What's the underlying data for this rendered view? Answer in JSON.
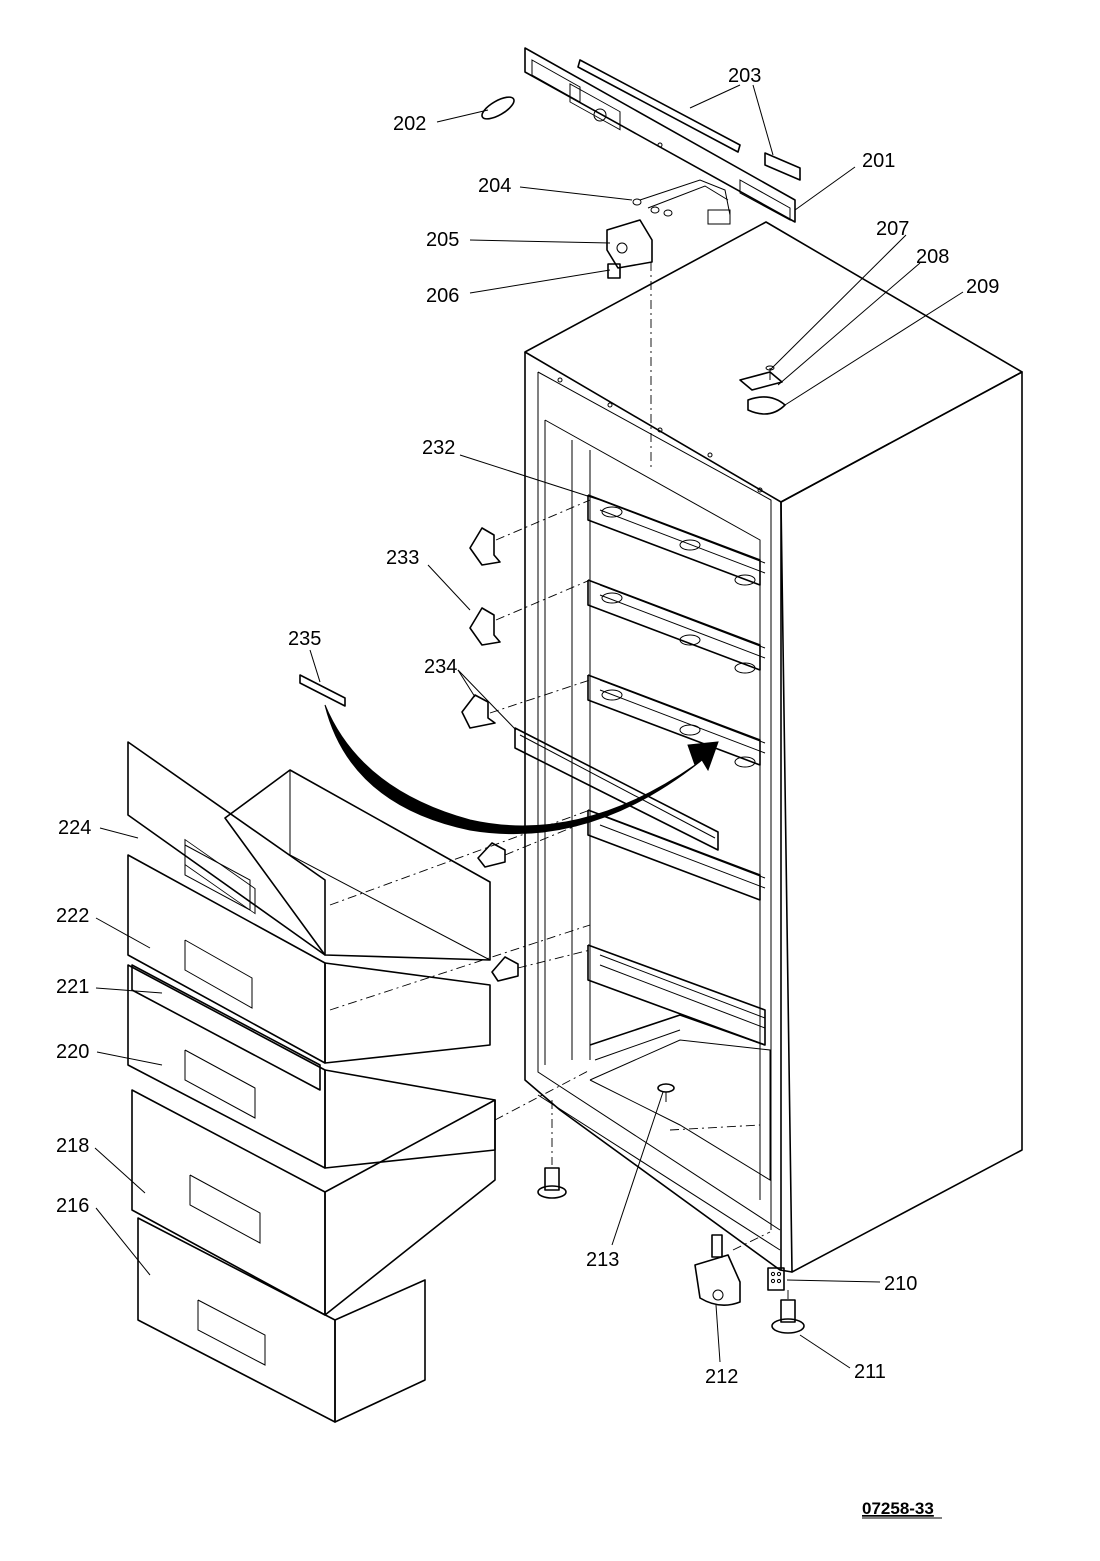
{
  "callouts": [
    {
      "id": "202",
      "label": "202"
    },
    {
      "id": "203",
      "label": "203"
    },
    {
      "id": "201",
      "label": "201"
    },
    {
      "id": "204",
      "label": "204"
    },
    {
      "id": "205",
      "label": "205"
    },
    {
      "id": "206",
      "label": "206"
    },
    {
      "id": "207",
      "label": "207"
    },
    {
      "id": "208",
      "label": "208"
    },
    {
      "id": "209",
      "label": "209"
    },
    {
      "id": "232",
      "label": "232"
    },
    {
      "id": "233",
      "label": "233"
    },
    {
      "id": "235",
      "label": "235"
    },
    {
      "id": "234",
      "label": "234"
    },
    {
      "id": "224",
      "label": "224"
    },
    {
      "id": "222",
      "label": "222"
    },
    {
      "id": "221",
      "label": "221"
    },
    {
      "id": "220",
      "label": "220"
    },
    {
      "id": "218",
      "label": "218"
    },
    {
      "id": "216",
      "label": "216"
    },
    {
      "id": "213",
      "label": "213"
    },
    {
      "id": "210",
      "label": "210"
    },
    {
      "id": "212",
      "label": "212"
    },
    {
      "id": "211",
      "label": "211"
    }
  ],
  "drawing_code": "07258-33"
}
